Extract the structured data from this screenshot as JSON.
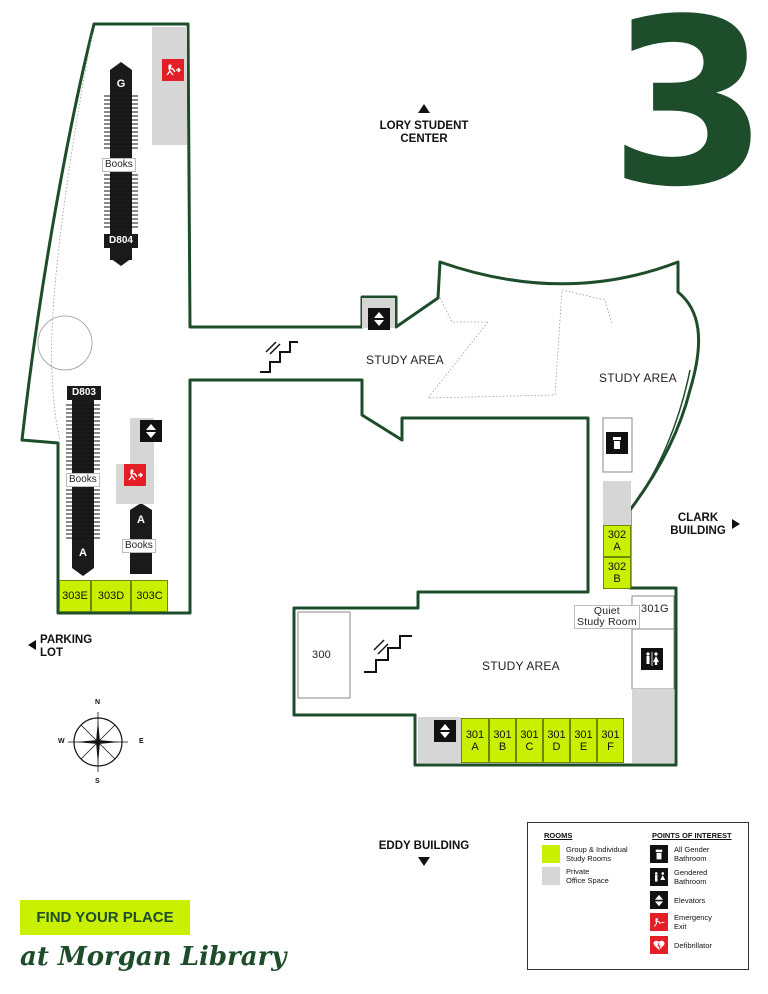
{
  "floor_number": "3",
  "directions": {
    "lory": "LORY STUDENT\nCENTER",
    "clark": "CLARK\nBUILDING",
    "parking": "PARKING\nLOT",
    "eddy": "EDDY BUILDING"
  },
  "areas": {
    "study_top": "STUDY AREA",
    "study_right": "STUDY AREA",
    "study_bottom": "STUDY AREA",
    "quiet": "Quiet\nStudy Room"
  },
  "rooms": {
    "r303e": "303E",
    "r303d": "303D",
    "r303c": "303C",
    "r302a": "302\nA",
    "r302b": "302\nB",
    "r301g": "301G",
    "r300": "300",
    "r301a": "301\nA",
    "r301b": "301\nB",
    "r301c": "301\nC",
    "r301d": "301\nD",
    "r301e": "301\nE",
    "r301f": "301\nF"
  },
  "stacks": {
    "books1": "Books",
    "books2": "Books",
    "books3": "Books",
    "g": "G",
    "d804": "D804",
    "d803": "D803",
    "a1": "A",
    "a2": "A"
  },
  "compass": {
    "n": "N",
    "s": "S",
    "e": "E",
    "w": "W"
  },
  "legend": {
    "rooms_title": "ROOMS",
    "poi_title": "POINTS OF INTEREST",
    "group": "Group & Individual\nStudy Rooms",
    "office": "Private\nOffice Space",
    "all_gender": "All Gender\nBathroom",
    "gendered": "Gendered\nBathroom",
    "elevators": "Elevators",
    "exit": "Emergency\nExit",
    "defib": "Defibrillator"
  },
  "footer": {
    "find": "FIND YOUR PLACE",
    "library": "at Morgan Library"
  },
  "colors": {
    "outline": "#1e4d2b",
    "study_room": "#c8f000",
    "office": "#d6d6d6",
    "exit": "#e41e26"
  }
}
